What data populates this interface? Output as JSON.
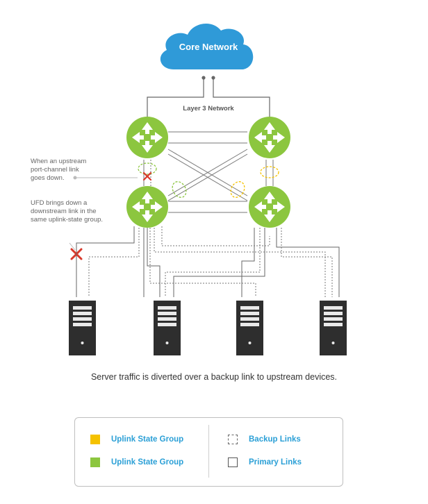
{
  "diagram": {
    "cloud_label": "Core Network",
    "layer3_label": "Layer 3 Network",
    "note_upstream": [
      "When an upstream",
      "port-channel link",
      "goes down."
    ],
    "note_ufd": [
      "UFD brings down a",
      "downstream link in the",
      "same uplink-state group."
    ],
    "caption": "Server traffic is diverted over a backup link to upstream devices."
  },
  "legend": {
    "items": [
      {
        "label": "Uplink State Group",
        "color": "#f5c200"
      },
      {
        "label": "Uplink State Group",
        "color": "#8cc63f"
      },
      {
        "label": "Backup Links"
      },
      {
        "label": "Primary Links"
      }
    ]
  },
  "colors": {
    "cloud": "#2f9ad8",
    "router": "#8cc63f",
    "line": "#555555",
    "failure": "#d9392b",
    "legend_text": "#2a9fd6"
  }
}
